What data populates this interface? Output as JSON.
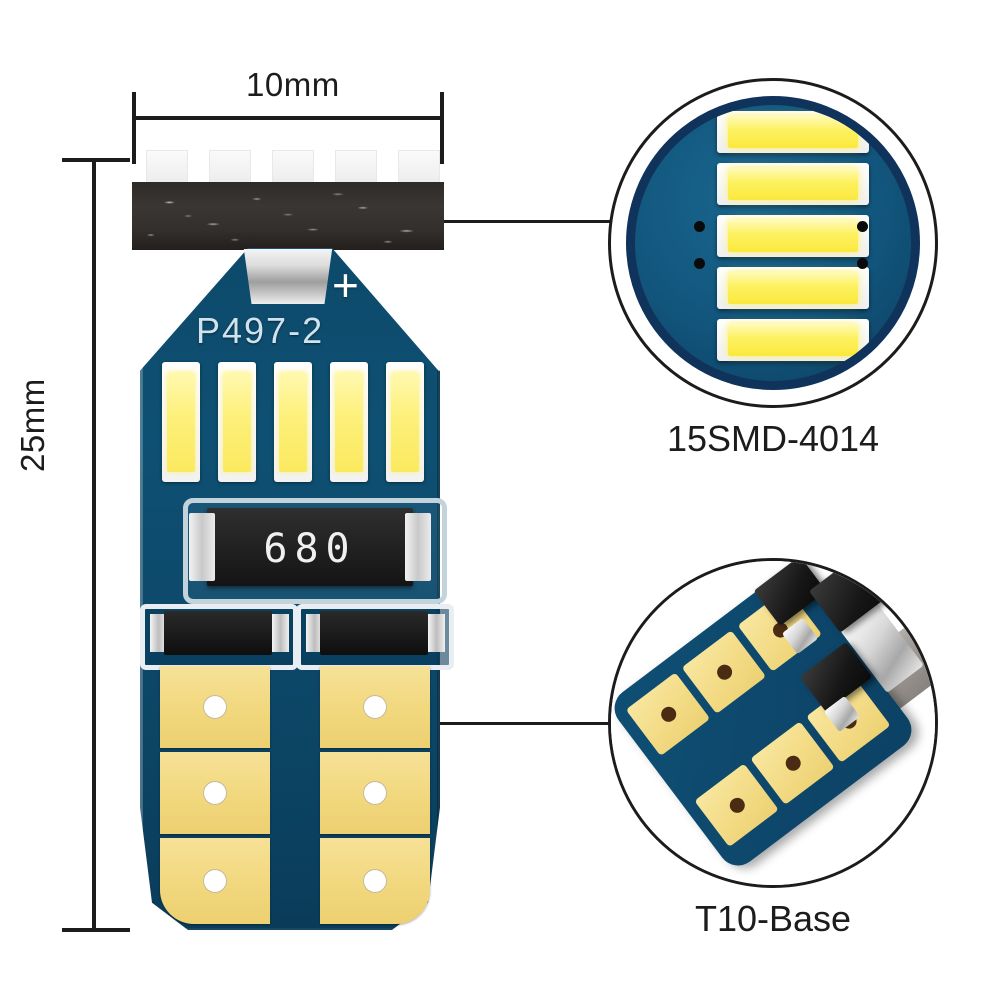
{
  "product": {
    "pcb_code": "P497-2",
    "polarity_mark": "+",
    "resistor_value": "680"
  },
  "dimensions": {
    "width_label": "10mm",
    "height_label": "25mm"
  },
  "callouts": [
    {
      "id": "led-array",
      "label": "15SMD-4014"
    },
    {
      "id": "base",
      "label": "T10-Base"
    }
  ],
  "colors": {
    "pcb_blue": "#0d4a6b",
    "pcb_blue_light": "#19678f",
    "pcb_ring_navy": "#10335c",
    "led_phosphor": "#fdf15f",
    "gold_pad": "#f2d87f",
    "metal_silver": "#d7d7d7",
    "diode_black": "#141414",
    "line_black": "#1c1c1c",
    "background": "#ffffff"
  },
  "counts": {
    "front_leds": 5,
    "top_pins": 5,
    "callout_leds": 5,
    "callout_vias": 4,
    "gold_pads": 6,
    "diodes": 2
  }
}
